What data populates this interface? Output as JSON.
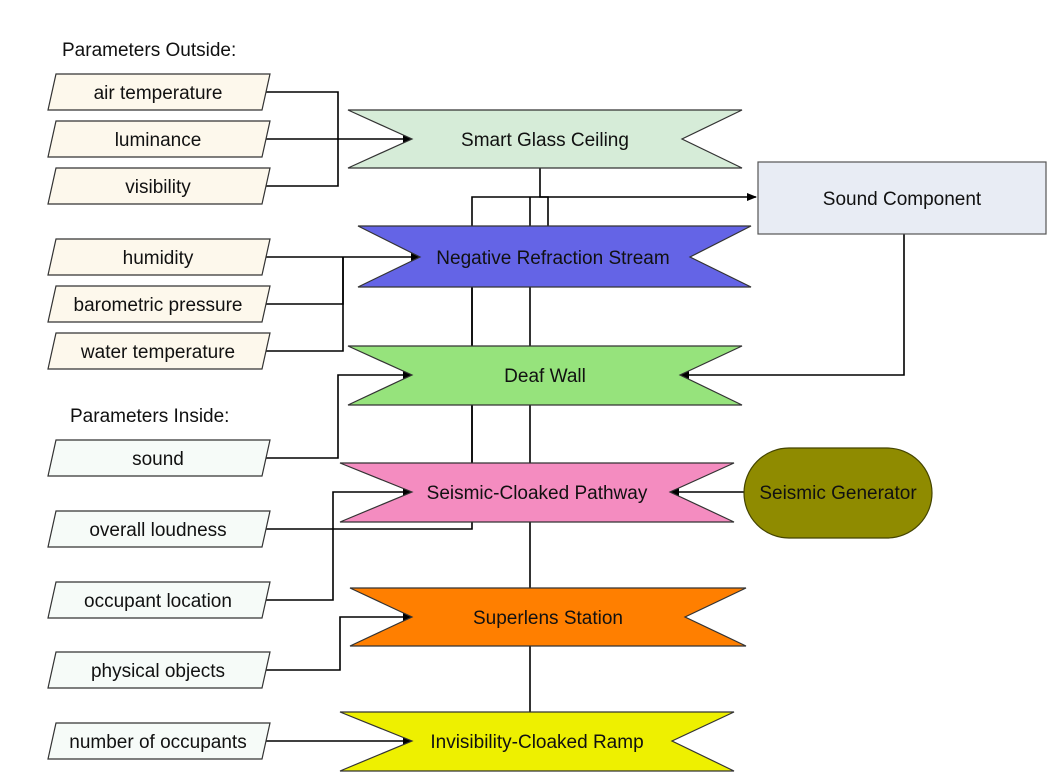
{
  "sections": {
    "outside": "Parameters Outside:",
    "inside": "Parameters Inside:"
  },
  "parameters": {
    "air_temperature": "air temperature",
    "luminance": "luminance",
    "visibility": "visibility",
    "humidity": "humidity",
    "barometric_pressure": "barometric pressure",
    "water_temperature": "water temperature",
    "sound": "sound",
    "overall_loudness": "overall loudness",
    "occupant_location": "occupant location",
    "physical_objects": "physical objects",
    "number_of_occupants": "number of occupants"
  },
  "components": {
    "smart_glass_ceiling": "Smart Glass Ceiling",
    "negative_refraction_stream": "Negative Refraction Stream",
    "deaf_wall": "Deaf Wall",
    "seismic_cloaked_pathway": "Seismic-Cloaked Pathway",
    "superlens_station": "Superlens Station",
    "invisibility_cloaked_ramp": "Invisibility-Cloaked Ramp",
    "sound_component": "Sound Component",
    "seismic_generator": "Seismic Generator"
  },
  "colors": {
    "parameter_outside_fill": "#fdf8ec",
    "parameter_inside_fill": "#f6fbf8",
    "smart_glass_ceiling": "#d6ecd8",
    "negative_refraction_stream": "#6464e6",
    "deaf_wall": "#96e37c",
    "seismic_cloaked_pathway": "#f48cc0",
    "superlens_station": "#ff7f00",
    "invisibility_cloaked_ramp": "#eef000",
    "sound_component": "#e8ecf4",
    "seismic_generator": "#8f8b00"
  }
}
